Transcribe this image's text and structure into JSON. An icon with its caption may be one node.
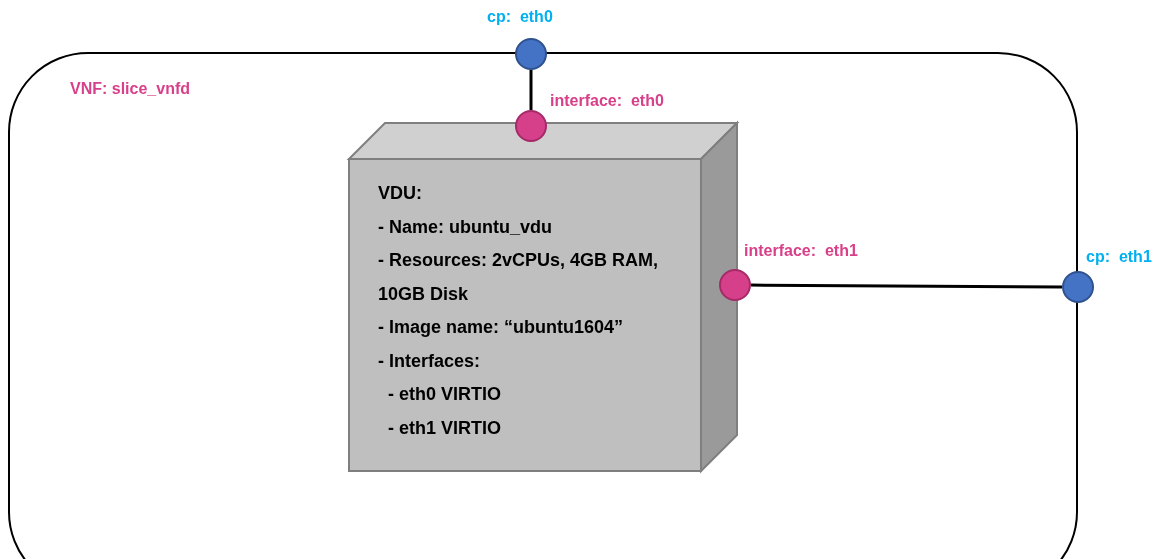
{
  "diagram": {
    "nodes": [
      {
        "text": [
          "VNF: slice_vnfd"
        ]
      },
      {
        "text": [
          "cp:  eth0"
        ]
      },
      {
        "text": [
          "interface:  eth0"
        ],
        "in": 0
      },
      {
        "text": [
          "VDU:",
          "- Name: ubuntu_vdu",
          "- Resources: 2vCPUs, 4GB RAM, 10GB Disk",
          "- Image name: “ubuntu1604”",
          "- Interfaces:",
          "- eth0 VIRTIO",
          "- eth1 VIRTIO"
        ],
        "in": 0
      },
      {
        "text": [
          "interface:  eth1"
        ],
        "in": 0
      },
      {
        "text": [
          "cp:  eth1"
        ]
      }
    ],
    "edges": [
      {
        "from": 1,
        "to": 2,
        "arrow": "none"
      },
      {
        "from": 4,
        "to": 5,
        "arrow": "none"
      }
    ]
  }
}
